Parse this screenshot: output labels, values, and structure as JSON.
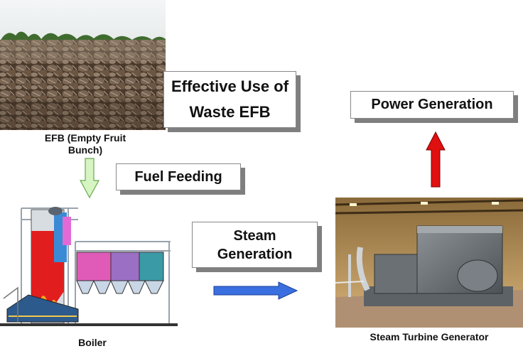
{
  "labels": {
    "effective_use_line1": "Effective Use of",
    "effective_use_line2": "Waste EFB",
    "efb_caption_line1": "EFB (Empty Fruit",
    "efb_caption_line2": "Bunch)",
    "fuel_feeding": "Fuel Feeding",
    "steam_generation_line1": "Steam",
    "steam_generation_line2": "Generation",
    "power_generation": "Power Generation",
    "boiler_caption": "Boiler",
    "turbine_caption": "Steam Turbine Generator"
  },
  "colors": {
    "arrow_down_fill": "#d6f5c2",
    "arrow_right_fill": "#3a6fe0",
    "arrow_up_fill": "#e01010",
    "box_shadow": "#7f7f7f"
  },
  "icons": [
    "efb-photo",
    "boiler-illustration",
    "turbine-photo",
    "arrow-down-icon",
    "arrow-right-icon",
    "arrow-up-icon"
  ]
}
